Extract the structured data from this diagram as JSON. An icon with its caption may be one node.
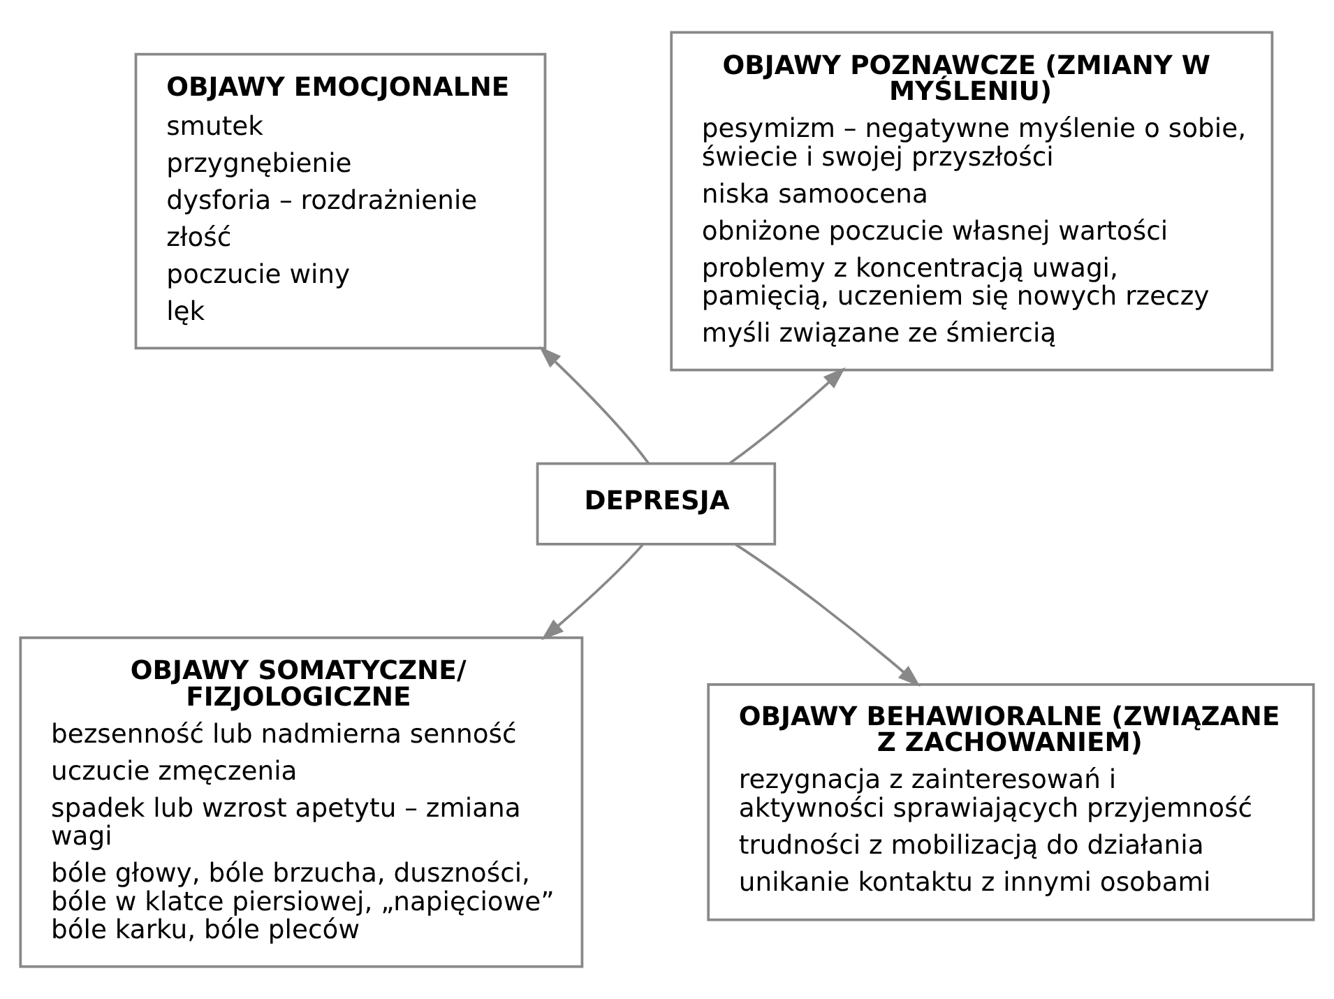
{
  "diagram": {
    "nodes": [
      {
        "text": [
          "OBJAWY EMOCJONALNE",
          "smutek",
          "przygnębienie",
          "dysforia – rozdrażnienie",
          "złość",
          "poczucie winy",
          "lęk"
        ]
      },
      {
        "text": [
          "OBJAWY POZNAWCZE (ZMIANY W MYŚLENIU)",
          "pesymizm – negatywne myślenie o sobie, świecie i swojej przyszłości",
          "niska samoocena",
          "obniżone poczucie własnej wartości",
          "problemy z koncentracją uwagi, pamięcią, uczeniem się nowych rzeczy",
          "myśli związane ze śmiercią"
        ]
      },
      {
        "text": [
          "DEPRESJA"
        ]
      },
      {
        "text": [
          "OBJAWY SOMATYCZNE/ FIZJOLOGICZNE",
          "bezsenność lub nadmierna senność",
          "uczucie zmęczenia",
          "spadek lub wzrost apetytu – zmiana wagi",
          "bóle głowy, bóle brzucha, duszności, bóle w klatce piersiowej, „napięciowe” bóle karku, bóle pleców"
        ]
      },
      {
        "text": [
          "OBJAWY BEHAWIORALNE (ZWIĄZANE Z ZACHOWANIEM)",
          "rezygnacja z zainteresowań i aktywności sprawiających przyjemność",
          "trudności z mobilizacją do działania",
          "unikanie kontaktu z innymi osobami"
        ]
      }
    ],
    "edges": [
      {
        "from": 2,
        "to": 0,
        "arrow": "to"
      },
      {
        "from": 2,
        "to": 1,
        "arrow": "to"
      },
      {
        "from": 2,
        "to": 3,
        "arrow": "to"
      },
      {
        "from": 2,
        "to": 4,
        "arrow": "to"
      }
    ]
  }
}
